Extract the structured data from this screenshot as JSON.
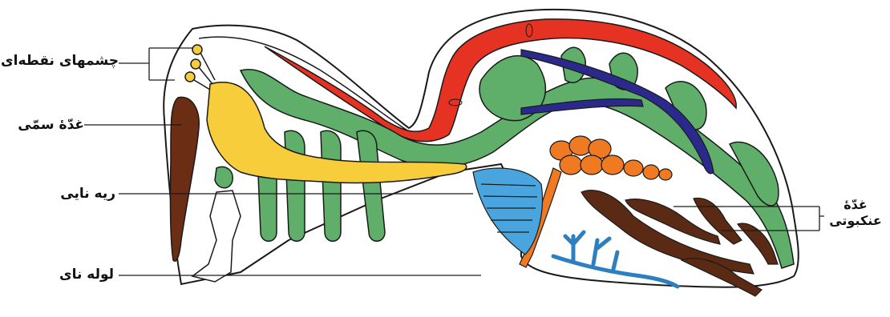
{
  "labels": {
    "simple_eyes": "چشمهای نقطه‌ای",
    "venom_gland": "غدّهٔ سمّی",
    "book_lung": "ریه نایی",
    "trachea": "لوله نای",
    "spinning_gland_line1": "غدّهٔ",
    "spinning_gland_line2": "عنکبوتی"
  },
  "colors": {
    "outline": "#1a1a1a",
    "heart": "#e53222",
    "digestive": "#5fae6a",
    "nerve": "#f7cd3c",
    "artery": "#2b2a8c",
    "ovary": "#f07a22",
    "book_lung": "#4aa4de",
    "venom": "#6b2d14",
    "silk": "#5b2a14",
    "trachea_tube": "#2c7fc0"
  }
}
